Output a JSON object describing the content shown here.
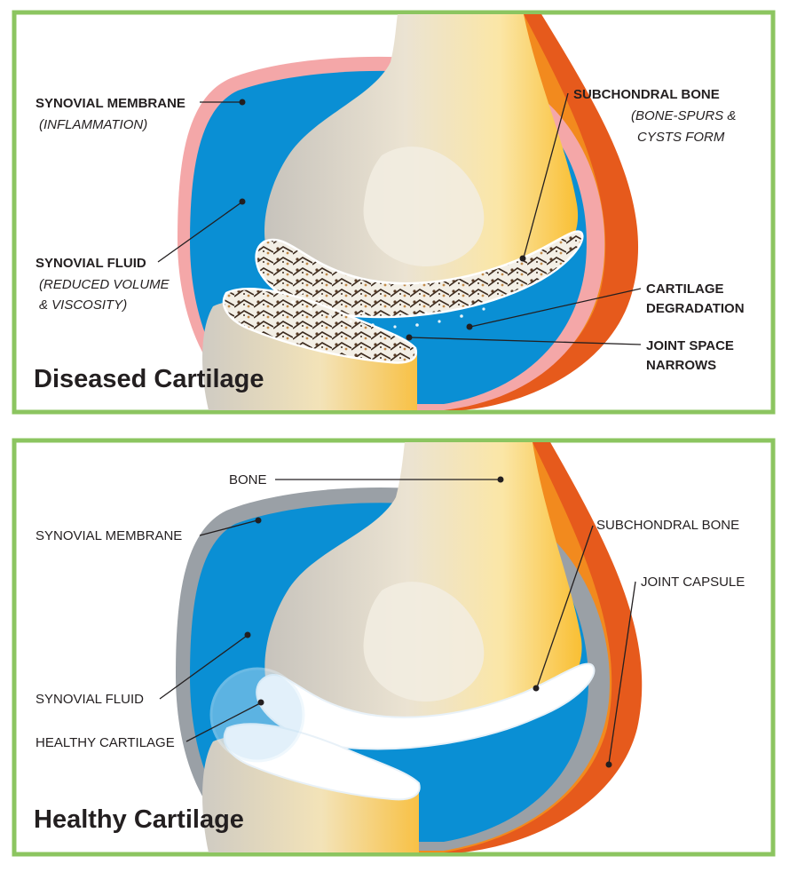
{
  "panels": {
    "diseased": {
      "title": "Diseased Cartilage",
      "synovial_membrane": {
        "label": "SYNOVIAL MEMBRANE",
        "note": "(INFLAMMATION)"
      },
      "synovial_fluid": {
        "label": "SYNOVIAL FLUID",
        "note_line1": "(REDUCED VOLUME",
        "note_line2": "& VISCOSITY)"
      },
      "subchondral_bone": {
        "label": "SUBCHONDRAL BONE",
        "note_line1": "(BONE-SPURS &",
        "note_line2": "CYSTS FORM"
      },
      "cartilage_degradation": {
        "line1": "CARTILAGE",
        "line2": "DEGRADATION"
      },
      "joint_space": {
        "line1": "JOINT SPACE",
        "line2": "NARROWS"
      }
    },
    "healthy": {
      "title": "Healthy Cartilage",
      "bone": "BONE",
      "synovial_membrane": "SYNOVIAL MEMBRANE",
      "subchondral_bone": "SUBCHONDRAL BONE",
      "joint_capsule": "JOINT CAPSULE",
      "synovial_fluid": "SYNOVIAL FLUID",
      "healthy_cartilage": "HEALTHY CARTILAGE"
    }
  },
  "colors": {
    "frame_green": "#8cc560",
    "fluid_blue": "#0a8fd4",
    "membrane_pink": "#f4a7a8",
    "membrane_gray": "#9aa0a6",
    "capsule_orange": "#f28a1e",
    "capsule_red": "#e65a1c",
    "bone_yellow": "#f9c23c",
    "bone_gray": "#c9c6c0"
  }
}
